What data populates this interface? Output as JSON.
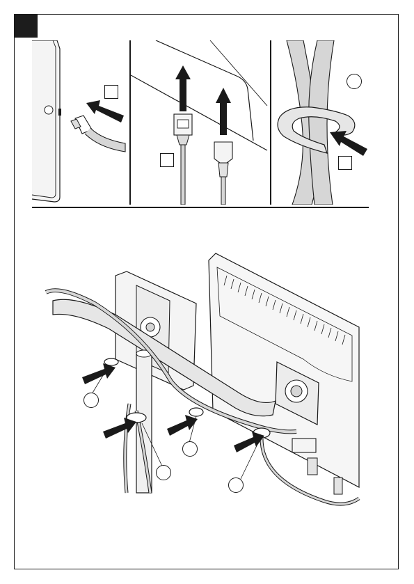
{
  "page": {
    "colors": {
      "line": "#1a1a1a",
      "cable_fill": "#d6d6d6",
      "body_fill": "#ececec",
      "arrow": "#1a1a1a",
      "tab": "#1c1c1c"
    }
  },
  "icons": {
    "step_tab": "step-number-tab",
    "arrow": "push-direction-arrow",
    "callout": "callout-marker"
  },
  "panels": [
    {
      "id": "usb-disconnect",
      "callouts": 1,
      "callout_shape": "square"
    },
    {
      "id": "dvi-power-disconnect",
      "callouts": 1,
      "callout_shape": "square"
    },
    {
      "id": "cable-clip",
      "callouts": 2,
      "callout_shapes": [
        "circle",
        "square"
      ]
    }
  ],
  "main": {
    "callouts": 4,
    "callout_shape": "circle"
  }
}
